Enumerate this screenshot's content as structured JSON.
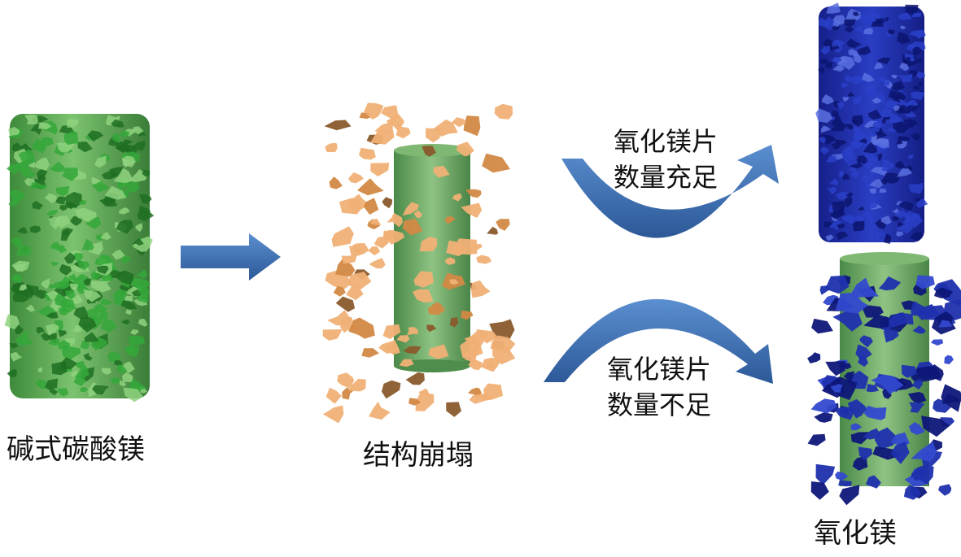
{
  "colors": {
    "basic_carbonate": "#2ea532",
    "flake_orange": "#eaa463",
    "core_green": "#5e9a5a",
    "mgo_blue": "#1f2fa8",
    "arrow_blue": "#3d6fb3"
  },
  "labels": {
    "start": "碱式碳酸镁",
    "middle": "结构崩塌",
    "end": "氧化镁",
    "upper_condition_line1": "氧化镁片",
    "upper_condition_line2": "数量充足",
    "lower_condition_line1": "氧化镁片",
    "lower_condition_line2": "数量不足"
  },
  "icons": [
    "straight-right-arrow-icon",
    "curved-up-arrow-icon",
    "curved-down-arrow-icon"
  ]
}
